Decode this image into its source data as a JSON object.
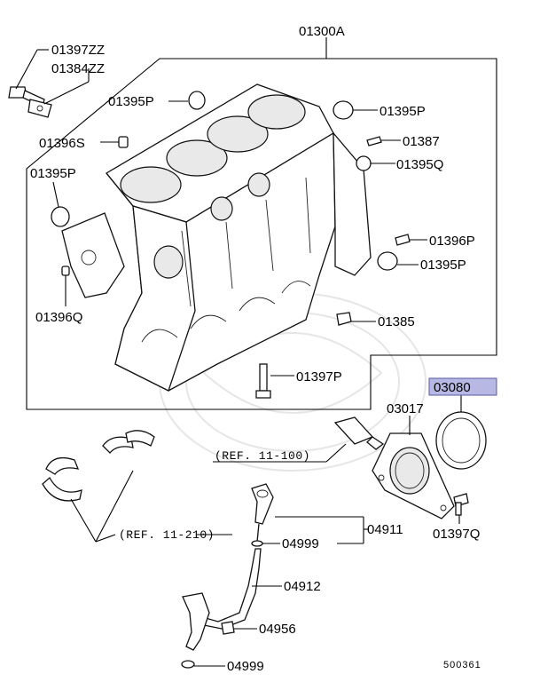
{
  "labels": {
    "block": "01300A",
    "bolt_zz1": "01397ZZ",
    "bolt_zz2": "01384ZZ",
    "plug_p1": "01395P",
    "plug_p2": "01395P",
    "plug_p3": "01395P",
    "plug_p4": "01395P",
    "pin_s": "01396S",
    "pin_387": "01387",
    "plug_q": "01395Q",
    "pin_p": "01396P",
    "pin_q": "01396Q",
    "plug_385": "01385",
    "bolt_p": "01397P",
    "seal_highlight": "03080",
    "case": "03017",
    "bolt_q": "01397Q",
    "gauge_assy": "04911",
    "oring_upper": "04999",
    "guide": "04912",
    "bolt_956": "04956",
    "oring_lower": "04999"
  },
  "refs": {
    "ref_11_100": "(REF. 11-100)",
    "ref_11_210": "(REF. 11-210)"
  },
  "code": "500361",
  "colors": {
    "highlight_fill": "#b8b8e4",
    "highlight_stroke": "#5a5aa0",
    "line": "#000000"
  }
}
